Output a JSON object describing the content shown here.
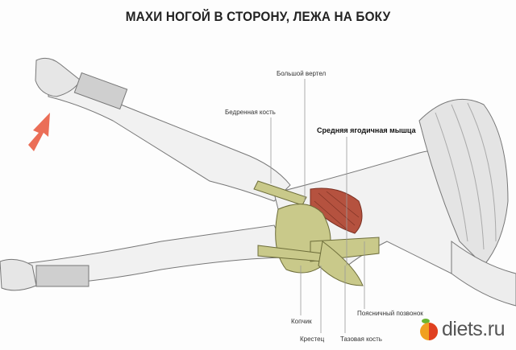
{
  "title": "МАХИ НОГОЙ В СТОРОНУ, ЛЕЖА НА БОКУ",
  "labels": {
    "greater_trochanter": "Большой вертел",
    "femur": "Бедренная кость",
    "gluteus_medius": "Средняя ягодичная мышца",
    "lumbar_vertebra": "Поясничный позвонок",
    "coccyx": "Копчик",
    "sacrum": "Крестец",
    "pelvic_bone": "Тазовая кость"
  },
  "logo": {
    "text": "diets.ru"
  },
  "colors": {
    "arrow": "#e8553a",
    "muscle": "#b5523f",
    "bone": "#c9c98a"
  }
}
